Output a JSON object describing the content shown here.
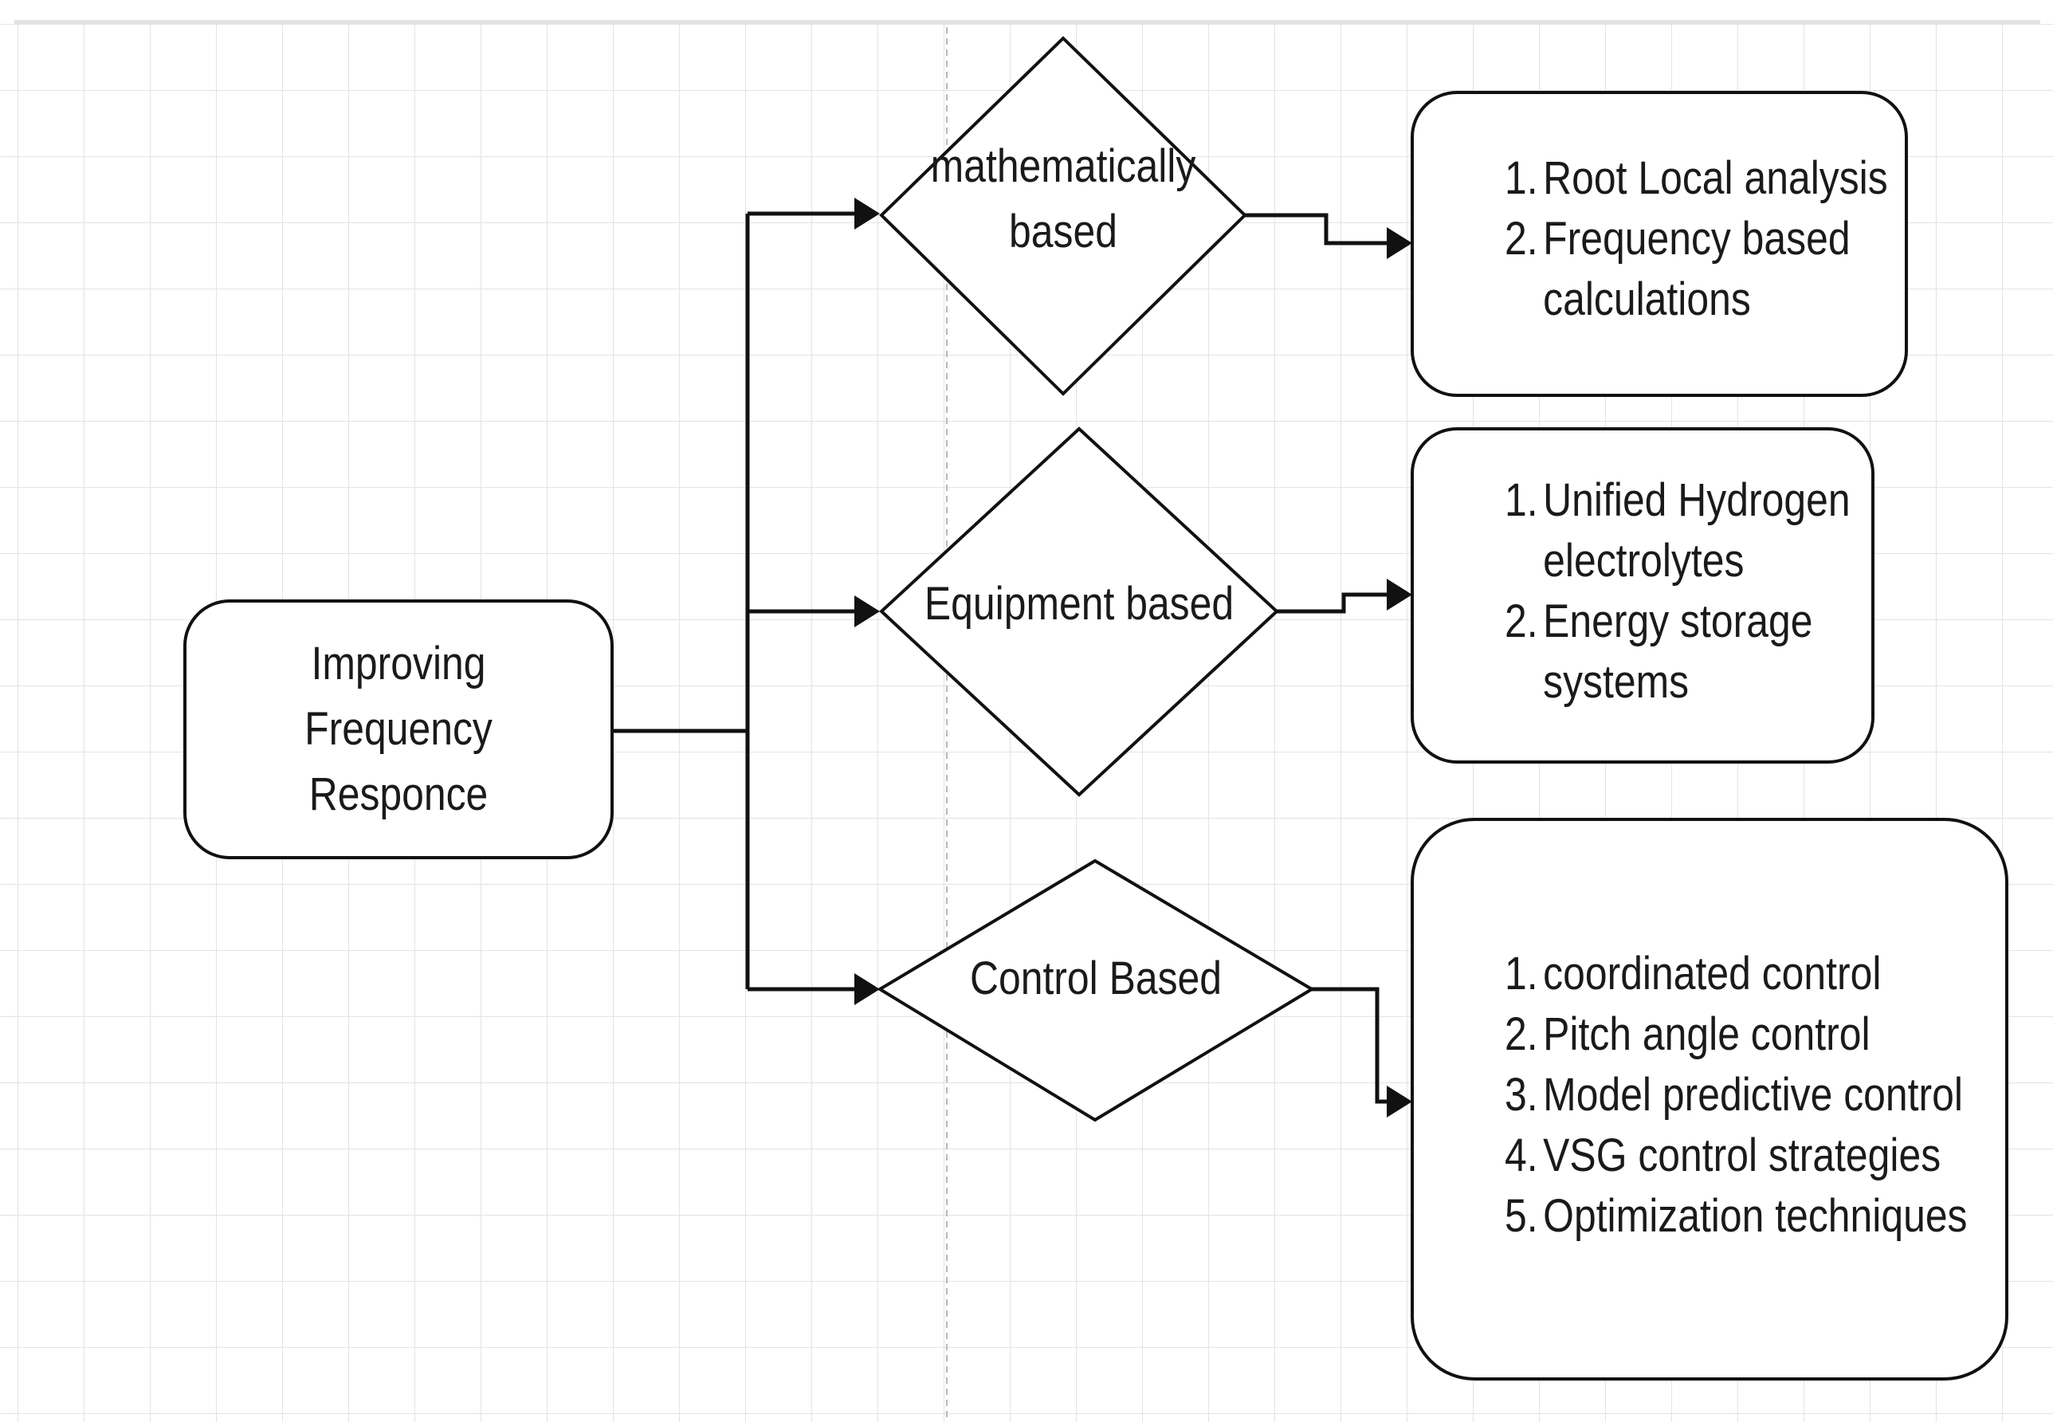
{
  "root": {
    "label": "Improving Frequency\nResponce"
  },
  "branches": [
    {
      "decision": "mathematically\nbased",
      "items": [
        {
          "num": "1.",
          "text": "Root Local analysis"
        },
        {
          "num": "2.",
          "text": "Frequency based\ncalculations"
        }
      ]
    },
    {
      "decision": "Equipment based",
      "items": [
        {
          "num": "1.",
          "text": "Unified Hydrogen\nelectrolytes"
        },
        {
          "num": "2.",
          "text": "Energy storage\nsystems"
        }
      ]
    },
    {
      "decision": "Control Based",
      "items": [
        {
          "num": "1.",
          "text": "coordinated control"
        },
        {
          "num": "2.",
          "text": "Pitch angle control"
        },
        {
          "num": "3.",
          "text": "Model predictive control"
        },
        {
          "num": "4.",
          "text": "VSG control strategies"
        },
        {
          "num": "5.",
          "text": "Optimization techniques"
        }
      ]
    }
  ]
}
